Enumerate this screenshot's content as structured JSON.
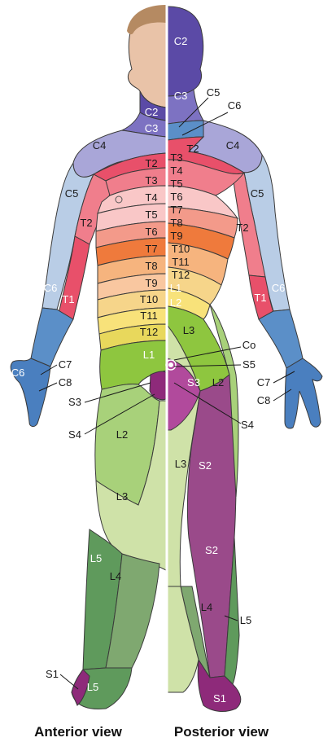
{
  "captions": {
    "anterior": "Anterior view",
    "posterior": "Posterior view"
  },
  "colors": {
    "C2": "#5b4aa6",
    "C3": "#7d72c2",
    "C4": "#a9a6d8",
    "C5": "#b9cde6",
    "C6": "#5b8fc8",
    "C7C8": "#4a7fbf",
    "T1": "#e8506a",
    "T2": "#f07e8c",
    "T_light": "#f9c7c7",
    "T_mid": "#f39a8a",
    "T_orange": "#ef7a3c",
    "T_peach": "#f6b47e",
    "T10": "#f6d58a",
    "T11": "#f8e27a",
    "T12": "#e8d85c",
    "L1": "#8ec63f",
    "L2": "#a8d17a",
    "L3": "#cfe2a8",
    "L4": "#7fa870",
    "L5": "#5f9a5c",
    "S1": "#8e2a7a",
    "S2": "#9a4a8a",
    "S3": "#b14a9c",
    "skin": "#e9c3a8",
    "hair": "#b58a62"
  },
  "labels": {
    "ant_C2": "C2",
    "ant_C3": "C3",
    "ant_C4": "C4",
    "ant_C5": "C5",
    "ant_C6": "C6",
    "ant_T1": "T1",
    "ant_T2_arm": "T2",
    "ant_T2": "T2",
    "ant_T3": "T3",
    "ant_T4": "T4",
    "ant_T5": "T5",
    "ant_T6": "T6",
    "ant_T7": "T7",
    "ant_T8": "T8",
    "ant_T9": "T9",
    "ant_T10": "T10",
    "ant_T11": "T11",
    "ant_T12": "T12",
    "ant_L1": "L1",
    "ant_L2": "L2",
    "ant_L3": "L3",
    "ant_L4": "L4",
    "ant_L5_leg": "L5",
    "ant_L5_foot": "L5",
    "ant_C6_hand": "C6",
    "ant_C7": "C7",
    "ant_C8": "C8",
    "ant_S3": "S3",
    "ant_S4": "S4",
    "ant_S1": "S1",
    "post_C2": "C2",
    "post_C3": "C3",
    "post_C5": "C5",
    "post_C6": "C6",
    "post_T2": "T2",
    "post_C4": "C4",
    "post_T3": "T3",
    "post_T4": "T4",
    "post_T5": "T5",
    "post_T6": "T6",
    "post_T7": "T7",
    "post_T8": "T8",
    "post_T9": "T9",
    "post_T10": "T10",
    "post_T11": "T11",
    "post_T12": "T12",
    "post_L1": "L1",
    "post_L2": "L2",
    "post_L3": "L3",
    "post_C5_arm": "C5",
    "post_T2_arm": "T2",
    "post_C6_arm": "C6",
    "post_T1_arm": "T1",
    "post_Co": "Co",
    "post_S5": "S5",
    "post_S3": "S3",
    "post_L2_thigh": "L2",
    "post_C7": "C7",
    "post_C8": "C8",
    "post_S4": "S4",
    "post_S2": "S2",
    "post_L3_leg": "L3",
    "post_S2_calf": "S2",
    "post_L4": "L4",
    "post_L5": "L5",
    "post_S1": "S1"
  }
}
